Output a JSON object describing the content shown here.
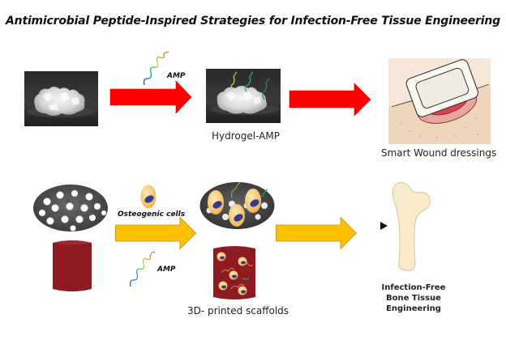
{
  "title": "Antimicrobial Peptide-Inspired Strategies for Infection-Free Tissue Engineering",
  "colors": {
    "red_arrow": "#FF0000",
    "yellow_arrow": "#FFC000",
    "yellow_arrow_border": "#B8901A",
    "scaffold_cylinder": "#8E1B22",
    "bone": "#F8EBCB",
    "bone_outline": "#D8C49A",
    "cell_body": "#F6C36A",
    "cell_nucleus": "#2E3E8A",
    "wound_skin": "#F3DCC6",
    "wound_red": "#D9444A"
  },
  "top_row": {
    "hydrogel_image": {
      "name": "hydrogel",
      "icon": "hydrogel-photo"
    },
    "amp_label_1": "AMP",
    "hydrogel_amp_image": {
      "name": "hydrogel-amp",
      "icon": "hydrogel-amp-photo"
    },
    "hydrogel_amp_label": "Hydrogel-AMP",
    "wound_image": {
      "icon": "wound-dressing-illustration"
    },
    "wound_label": "Smart Wound dressings"
  },
  "bottom_row": {
    "scaffold_disc": {
      "icon": "porous-scaffold-disc"
    },
    "scaffold_cylinder": {
      "icon": "scaffold-cylinder"
    },
    "cell_icon": "osteogenic-cell-icon",
    "osteogenic_label": "Osteogenic cells",
    "amp_label_2": "AMP",
    "loaded_scaffold_label": "3D- printed scaffolds",
    "bone_icon": "femur-bone-icon",
    "bone_label_lines": [
      "Infection-Free",
      "Bone Tissue",
      "Engineering"
    ]
  }
}
